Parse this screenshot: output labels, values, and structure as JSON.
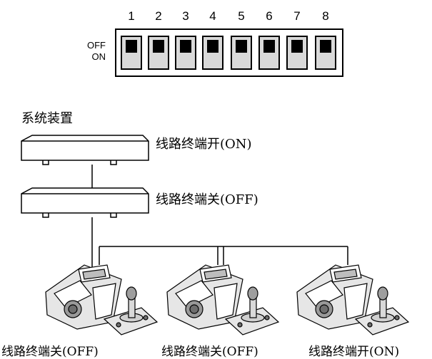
{
  "dip_switch": {
    "positions": [
      "1",
      "2",
      "3",
      "4",
      "5",
      "6",
      "7",
      "8"
    ],
    "label_off": "OFF",
    "label_on": "ON",
    "states": [
      "OFF",
      "OFF",
      "OFF",
      "OFF",
      "OFF",
      "OFF",
      "OFF",
      "OFF"
    ]
  },
  "system": {
    "title": "系统装置",
    "device1_label": "线路终端开(ON)",
    "device2_label": "线路终端关(OFF)"
  },
  "controllers": [
    {
      "label": "线路终端关(OFF)"
    },
    {
      "label": "线路终端关(OFF)"
    },
    {
      "label": "线路终端开(ON)"
    }
  ],
  "colors": {
    "line": "#000000",
    "switch_track": "#d9d9d9",
    "switch_knob": "#000000"
  }
}
